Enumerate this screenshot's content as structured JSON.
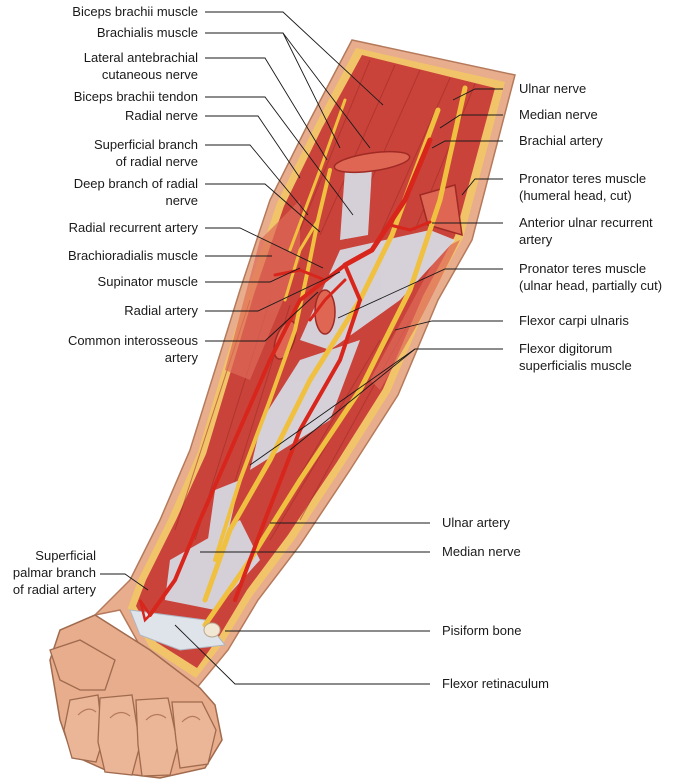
{
  "labels": {
    "biceps_brachii_muscle": "Biceps brachii muscle",
    "brachialis_muscle": "Brachialis muscle",
    "lateral_antebrachial_1": "Lateral antebrachial",
    "lateral_antebrachial_2": "cutaneous nerve",
    "biceps_brachii_tendon": "Biceps brachii tendon",
    "radial_nerve": "Radial nerve",
    "superficial_branch_1": "Superficial branch",
    "superficial_branch_2": "of radial nerve",
    "deep_branch_1": "Deep branch of radial",
    "deep_branch_2": "nerve",
    "radial_recurrent_artery": "Radial recurrent artery",
    "brachioradialis_muscle": "Brachioradialis muscle",
    "supinator_muscle": "Supinator muscle",
    "radial_artery": "Radial artery",
    "common_interosseous_1": "Common interosseous",
    "common_interosseous_2": "artery",
    "superficial_palmar_1": "Superficial",
    "superficial_palmar_2": "palmar branch",
    "superficial_palmar_3": "of radial artery",
    "ulnar_nerve": "Ulnar nerve",
    "median_nerve_top": "Median nerve",
    "brachial_artery": "Brachial artery",
    "pronator_humeral_1": "Pronator teres muscle",
    "pronator_humeral_2": "(humeral head, cut)",
    "anterior_ulnar_recurrent_1": "Anterior ulnar recurrent",
    "anterior_ulnar_recurrent_2": "artery",
    "pronator_ulnar_1": "Pronator teres muscle",
    "pronator_ulnar_2": "(ulnar head, partially cut)",
    "flexor_carpi_ulnaris": "Flexor carpi ulnaris",
    "flexor_digitorum_1": "Flexor digitorum",
    "flexor_digitorum_2": "superficialis muscle",
    "ulnar_artery": "Ulnar artery",
    "median_nerve_bottom": "Median nerve",
    "pisiform_bone": "Pisiform bone",
    "flexor_retinaculum": "Flexor retinaculum"
  },
  "colors": {
    "skin": "#e7ad8c",
    "skin_shadow": "#c98a6a",
    "fat": "#f2c46a",
    "muscle": "#c9433a",
    "muscle_dark": "#9e2a24",
    "muscle_light": "#de6a5a",
    "tendon": "#d7dde6",
    "nerve": "#f0c040",
    "artery": "#d8261c"
  }
}
